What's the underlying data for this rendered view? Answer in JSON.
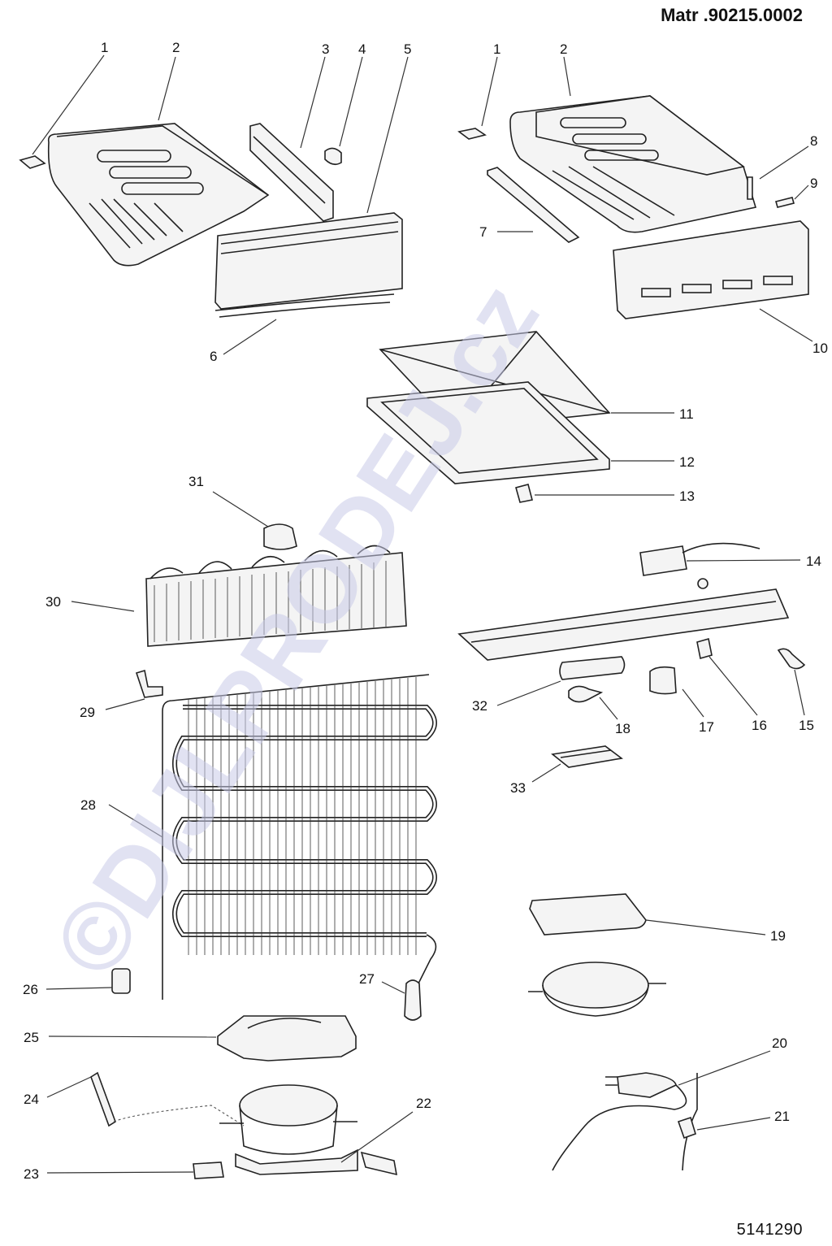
{
  "header": {
    "title": "Matr .90215.0002"
  },
  "footer": {
    "doc_number": "5141290"
  },
  "watermark": {
    "text": "©DIJLPRODEJ.cz",
    "color": "#c8cbe8"
  },
  "labels": [
    "1",
    "2",
    "3",
    "4",
    "5",
    "6",
    "1",
    "2",
    "7",
    "8",
    "9",
    "10",
    "11",
    "12",
    "13",
    "14",
    "30",
    "31",
    "29",
    "28",
    "32",
    "18",
    "17",
    "16",
    "15",
    "33",
    "19",
    "26",
    "27",
    "25",
    "24",
    "22",
    "23",
    "20",
    "21"
  ]
}
